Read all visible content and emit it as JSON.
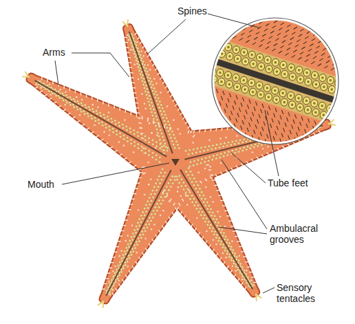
{
  "diagram": {
    "labels": [
      "Spines",
      "Arms",
      "Mouth",
      "Tube feet",
      "Ambulacral grooves",
      "Sensory tentacles"
    ]
  }
}
